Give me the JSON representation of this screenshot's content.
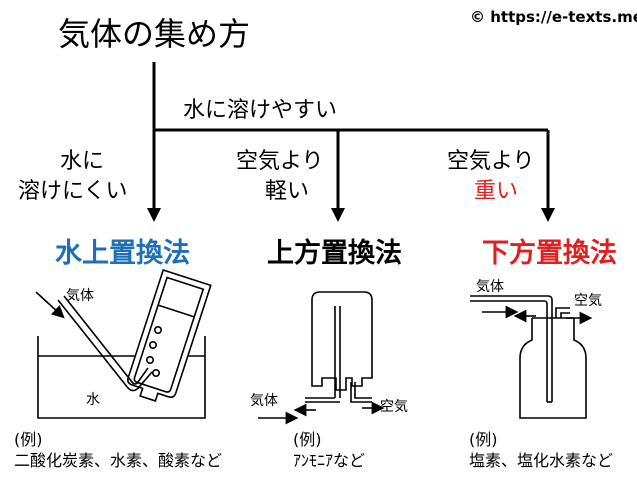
{
  "title": "気体の集め方",
  "copyright": "© https://e-texts.me",
  "branches": {
    "easy": "水に溶けやすい",
    "hard_line1": "水に",
    "hard_line2": "溶けにくい",
    "light_line1": "空気より",
    "light_line2": "軽い",
    "heavy_line1": "空気より",
    "heavy_line2": "重い"
  },
  "methods": {
    "water": {
      "name": "水上置換法",
      "gas": "気体",
      "water": "水",
      "ex_label": "(例)",
      "examples": "二酸化炭素、水素、酸素など"
    },
    "upward": {
      "name": "上方置換法",
      "gas": "気体",
      "air": "空気",
      "ex_label": "(例)",
      "examples": "ｱﾝﾓﾆｱなど"
    },
    "downward": {
      "name": "下方置換法",
      "gas": "気体",
      "air": "空気",
      "ex_label": "(例)",
      "examples": "塩素、塩化水素など"
    }
  },
  "colors": {
    "water_method": "#1f6fb8",
    "heavy": "#e02020",
    "downward_method": "#e02020"
  }
}
